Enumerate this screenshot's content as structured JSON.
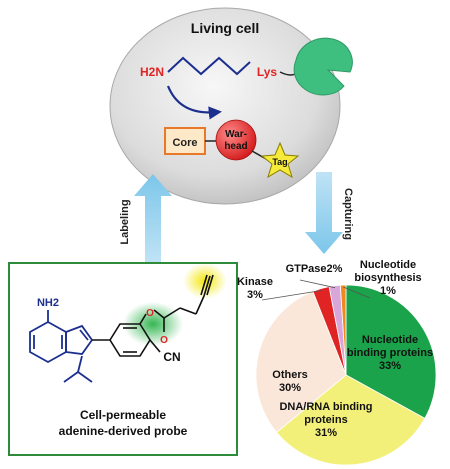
{
  "cell": {
    "title": "Living cell",
    "amine": "H2N",
    "lys": "Lys",
    "core": "Core",
    "warhead_line1": "War-",
    "warhead_line2": "head",
    "tag": "Tag"
  },
  "arrows": {
    "left": "Labeling",
    "right": "Capturing"
  },
  "probe": {
    "nh2": "NH2",
    "cn": "CN",
    "caption_line1": "Cell-permeable",
    "caption_line2": "adenine-derived probe"
  },
  "chart_data": {
    "type": "pie",
    "categories": [
      "Nucleotide binding proteins",
      "DNA/RNA binding proteins",
      "Others",
      "Kinase",
      "GTPase",
      "Nucleotide biosynthesis"
    ],
    "values": [
      33,
      31,
      30,
      3,
      2,
      1
    ],
    "colors": [
      "#1aa34a",
      "#f3f07a",
      "#fbe7d9",
      "#e02424",
      "#d9a6d9",
      "#f08a1c"
    ],
    "labels": [
      {
        "lines": [
          "Nucleotide",
          "binding proteins",
          "33%"
        ]
      },
      {
        "lines": [
          "DNA/RNA binding",
          "proteins",
          "31%"
        ]
      },
      {
        "lines": [
          "Others",
          "30%"
        ]
      },
      {
        "lines": [
          "Kinase",
          "3%"
        ]
      },
      {
        "lines": [
          "GTPase2%"
        ]
      },
      {
        "lines": [
          "Nucleotide",
          "biosynthesis",
          "1%"
        ]
      }
    ]
  }
}
